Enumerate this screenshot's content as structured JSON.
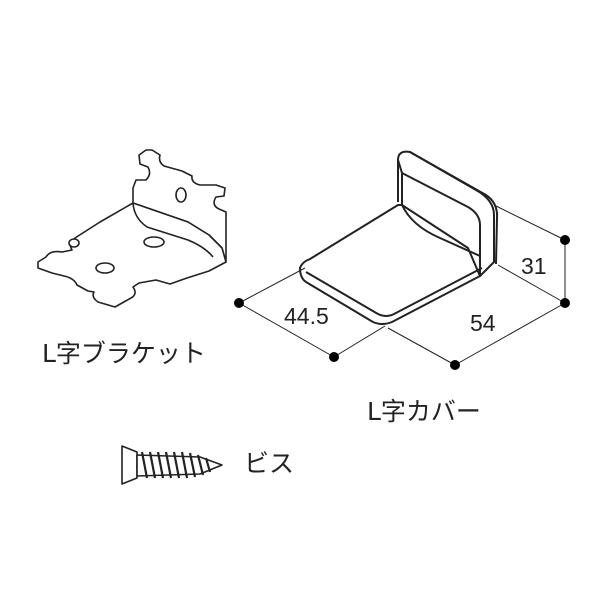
{
  "labels": {
    "bracket": "L字ブラケット",
    "cover": "L字カバー",
    "screw": "ビス"
  },
  "dimensions": {
    "width": "44.5",
    "depth": "54",
    "height": "31"
  },
  "colors": {
    "line": "#222222",
    "fill": "#ffffff",
    "dot": "#000000"
  }
}
